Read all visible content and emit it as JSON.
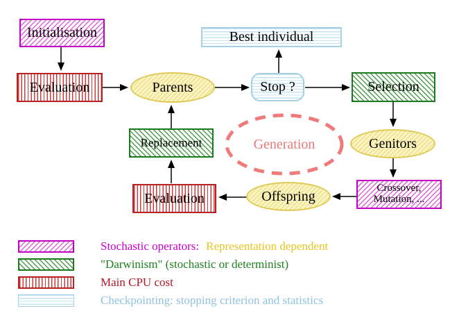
{
  "diagram": {
    "nodes": {
      "initialisation": {
        "label": "Initialisation"
      },
      "evaluation_top": {
        "label": "Evaluation"
      },
      "parents": {
        "label": "Parents"
      },
      "stop": {
        "label": "Stop ?"
      },
      "best_individual": {
        "label": "Best individual"
      },
      "selection": {
        "label": "Selection"
      },
      "genitors": {
        "label": "Genitors"
      },
      "crossover_mutation": {
        "line1": "Crossover,",
        "line2": "Mutation, ..."
      },
      "offspring": {
        "label": "Offspring"
      },
      "evaluation_bottom": {
        "label": "Evaluation"
      },
      "replacement": {
        "label": "Replacement"
      },
      "generation": {
        "label": "Generation"
      }
    },
    "legend": {
      "stochastic": {
        "title": "Stochastic operators:",
        "suffix": "Representation dependent"
      },
      "darwinism": {
        "label": "\"Darwinism\" (stochastic or determinist)"
      },
      "cpu": {
        "label": "Main CPU cost"
      },
      "checkpointing": {
        "label": "Checkpointing: stopping criterion and statistics"
      }
    },
    "colors": {
      "stochastic_magenta": "#cc00cc",
      "representation_gold": "#e8c51e",
      "darwinism_green": "#1e8220",
      "cpu_red": "#b51527",
      "checkpoint_cyan": "#8fc3e0",
      "generation_salmon": "#e87878",
      "node_yellow_border": "#dfca58",
      "arrow_black": "#000000"
    }
  }
}
